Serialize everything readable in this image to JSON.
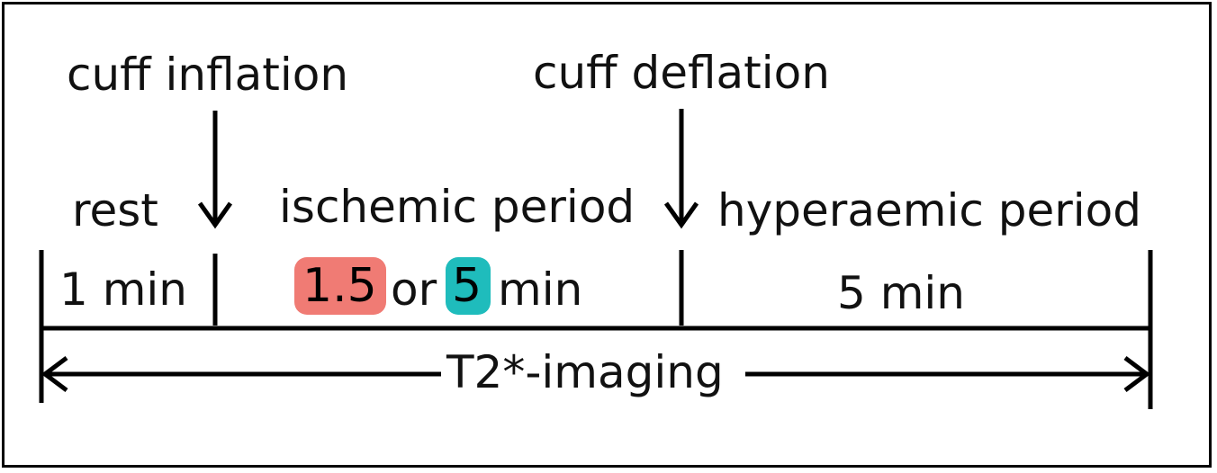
{
  "events": {
    "inflation": "cuff inflation",
    "deflation": "cuff deflation"
  },
  "phases": {
    "rest": "rest",
    "ischemic": "ischemic period",
    "hyperaemic": "hyperaemic period"
  },
  "durations": {
    "rest": "1 min",
    "ischemic_a": "1.5",
    "ischemic_or": "or",
    "ischemic_b": "5",
    "ischemic_unit": "min",
    "hyperaemic": "5 min"
  },
  "imaging": "T2*-imaging",
  "colors": {
    "highlight_a": "#f07b74",
    "highlight_b": "#1fbcbc",
    "line": "#000000"
  }
}
